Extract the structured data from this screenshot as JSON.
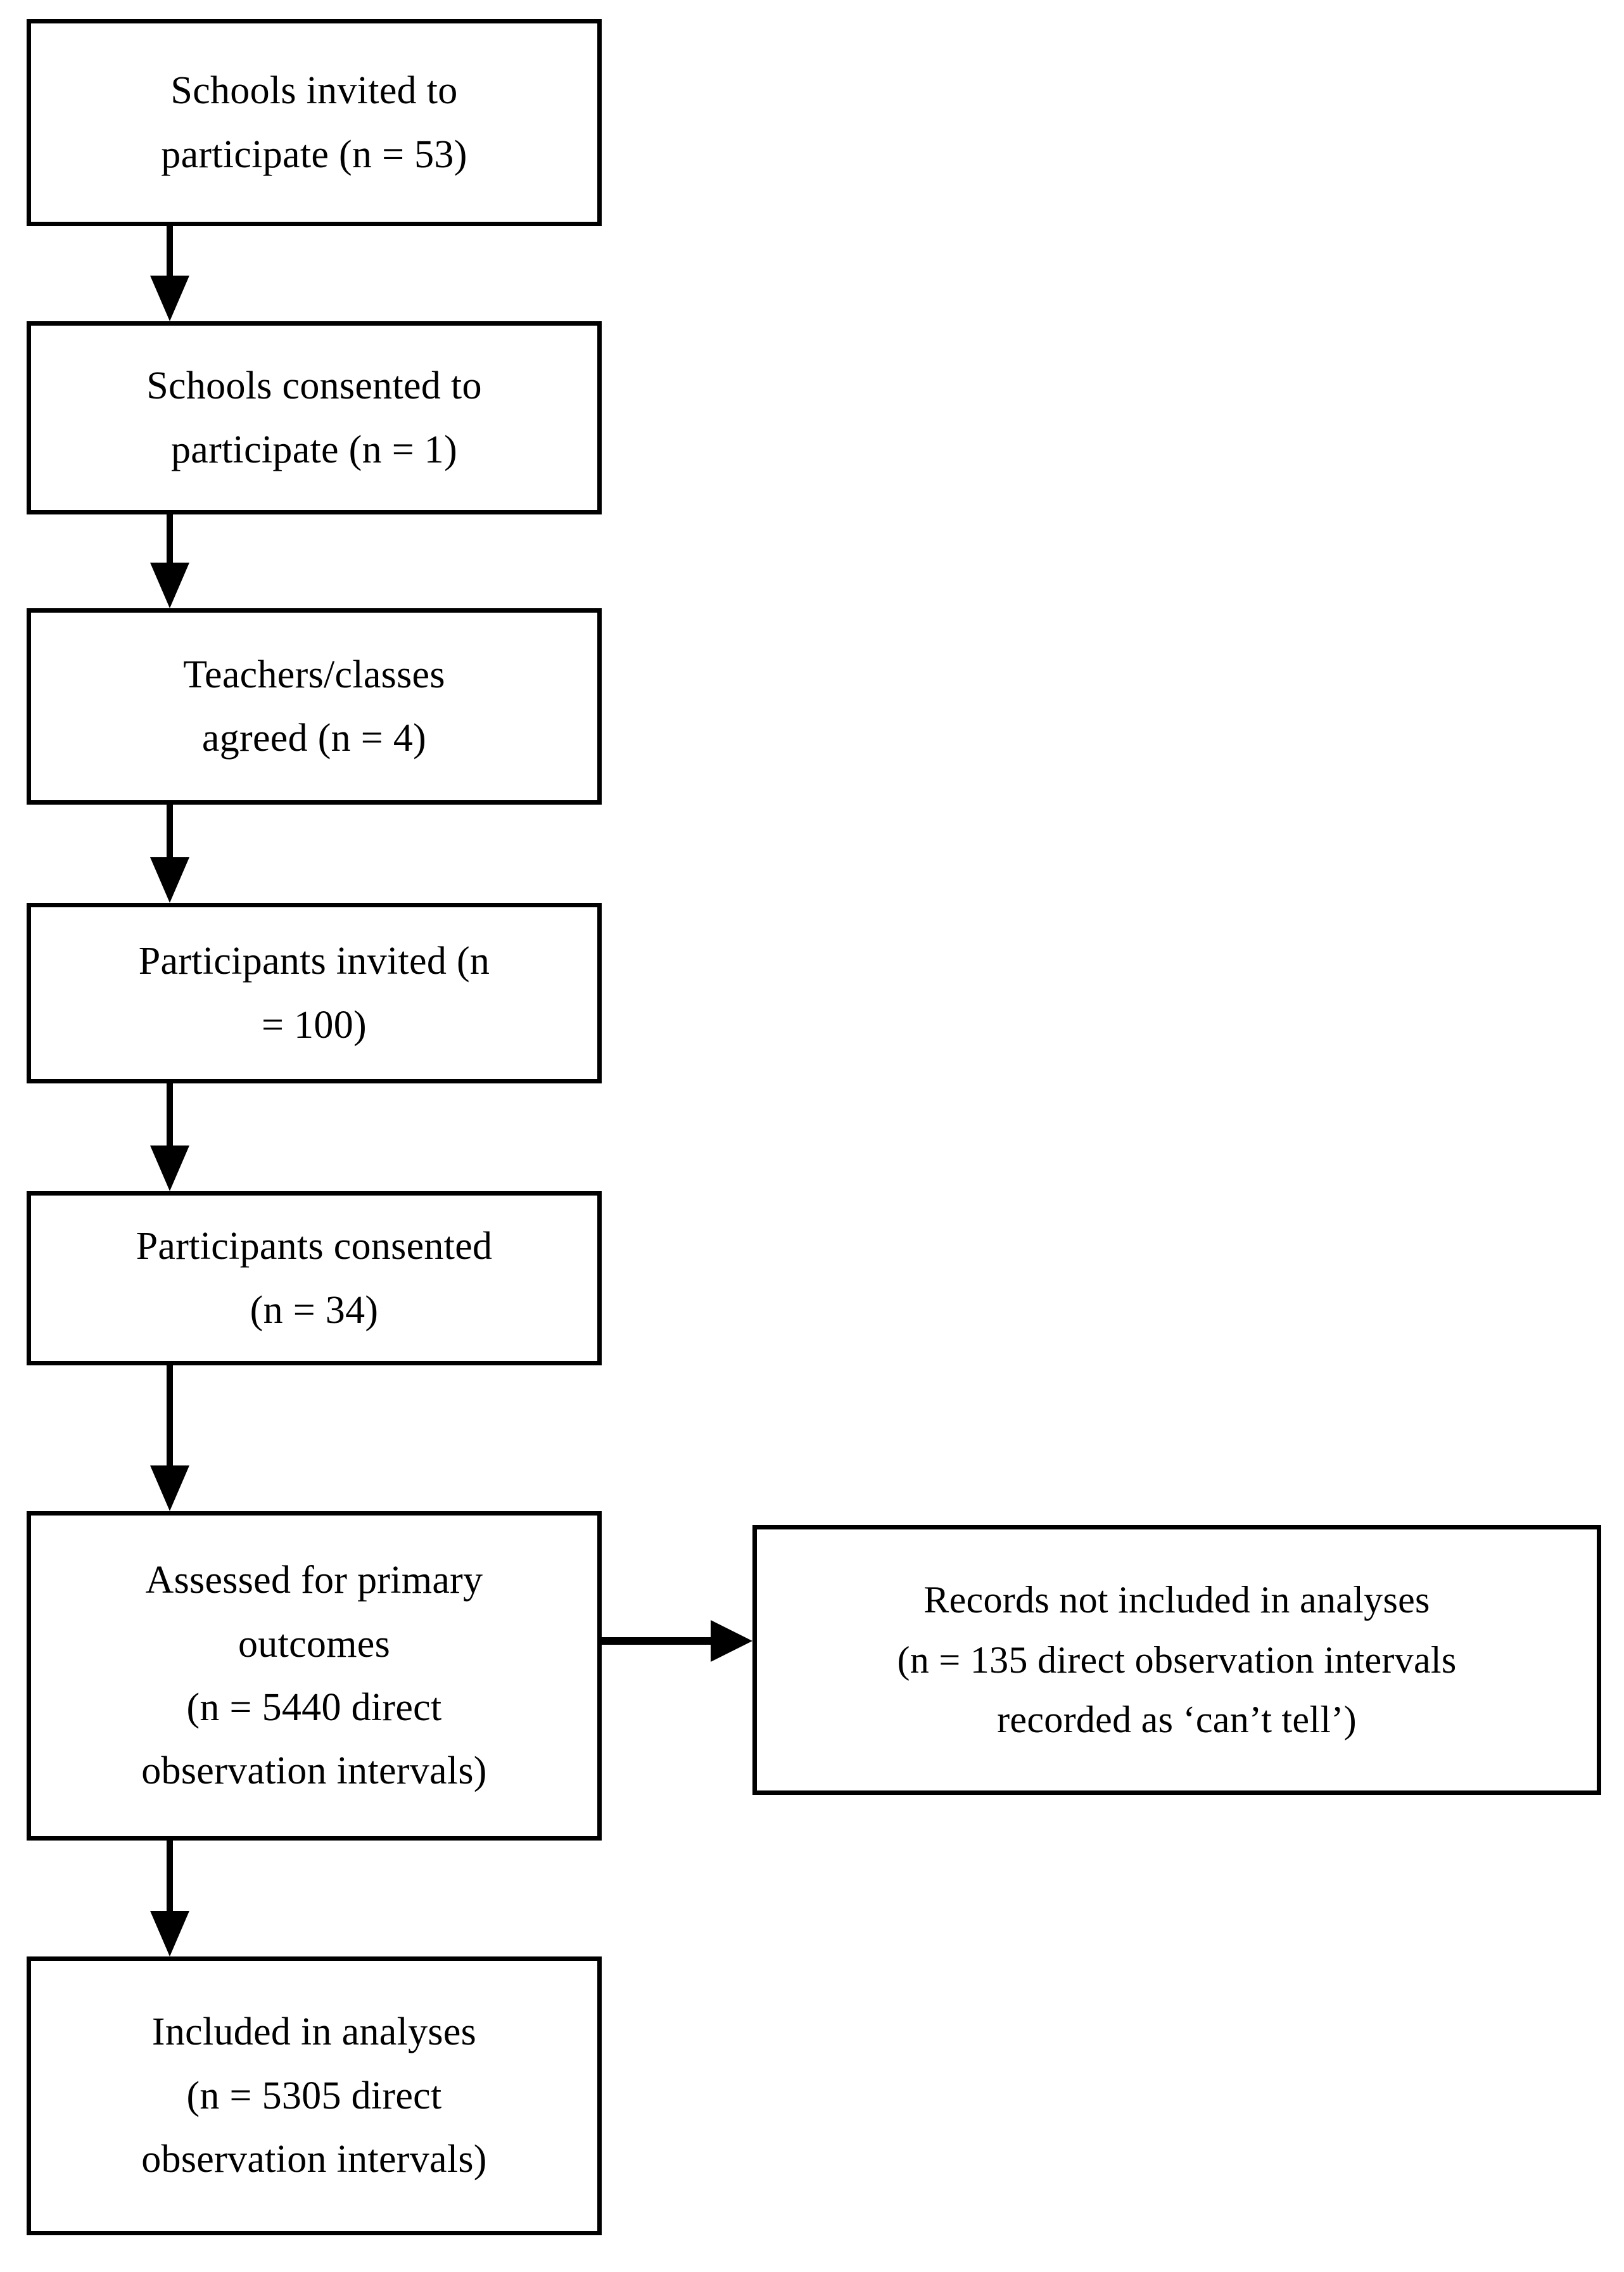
{
  "diagram": {
    "type": "participant-flow-diagram",
    "background_color": "#ffffff",
    "line_color": "#000000",
    "nodes": [
      {
        "id": "schools-invited",
        "lines": [
          "Schools invited to",
          "participate (n = 53)"
        ],
        "n": 53
      },
      {
        "id": "schools-consented",
        "lines": [
          "Schools consented to",
          "participate (n = 1)"
        ],
        "n": 1
      },
      {
        "id": "teachers-agreed",
        "lines": [
          "Teachers/classes",
          "agreed (n = 4)"
        ],
        "n": 4
      },
      {
        "id": "participants-invited",
        "lines": [
          "Participants invited (n",
          "= 100)"
        ],
        "n": 100
      },
      {
        "id": "participants-consented",
        "lines": [
          "Participants consented",
          "(n = 34)"
        ],
        "n": 34
      },
      {
        "id": "assessed-primary",
        "lines": [
          "Assessed for primary",
          "outcomes",
          "(n = 5440 direct",
          "observation intervals)"
        ],
        "n": 5440
      },
      {
        "id": "records-excluded",
        "lines": [
          "Records not included in analyses",
          "(n = 135 direct observation intervals",
          "recorded as ‘can’t tell’)"
        ],
        "n": 135
      },
      {
        "id": "included-analyses",
        "lines": [
          "Included in analyses",
          "(n = 5305 direct",
          "observation intervals)"
        ],
        "n": 5305
      }
    ],
    "edges": [
      {
        "id": "edge-1",
        "from": "schools-invited",
        "to": "schools-consented",
        "direction": "down"
      },
      {
        "id": "edge-2",
        "from": "schools-consented",
        "to": "teachers-agreed",
        "direction": "down"
      },
      {
        "id": "edge-3",
        "from": "teachers-agreed",
        "to": "participants-invited",
        "direction": "down"
      },
      {
        "id": "edge-4",
        "from": "participants-invited",
        "to": "participants-consented",
        "direction": "down"
      },
      {
        "id": "edge-5",
        "from": "participants-consented",
        "to": "assessed-primary",
        "direction": "down"
      },
      {
        "id": "edge-6",
        "from": "assessed-primary",
        "to": "records-excluded",
        "direction": "right"
      },
      {
        "id": "edge-7",
        "from": "assessed-primary",
        "to": "included-analyses",
        "direction": "down"
      }
    ]
  }
}
